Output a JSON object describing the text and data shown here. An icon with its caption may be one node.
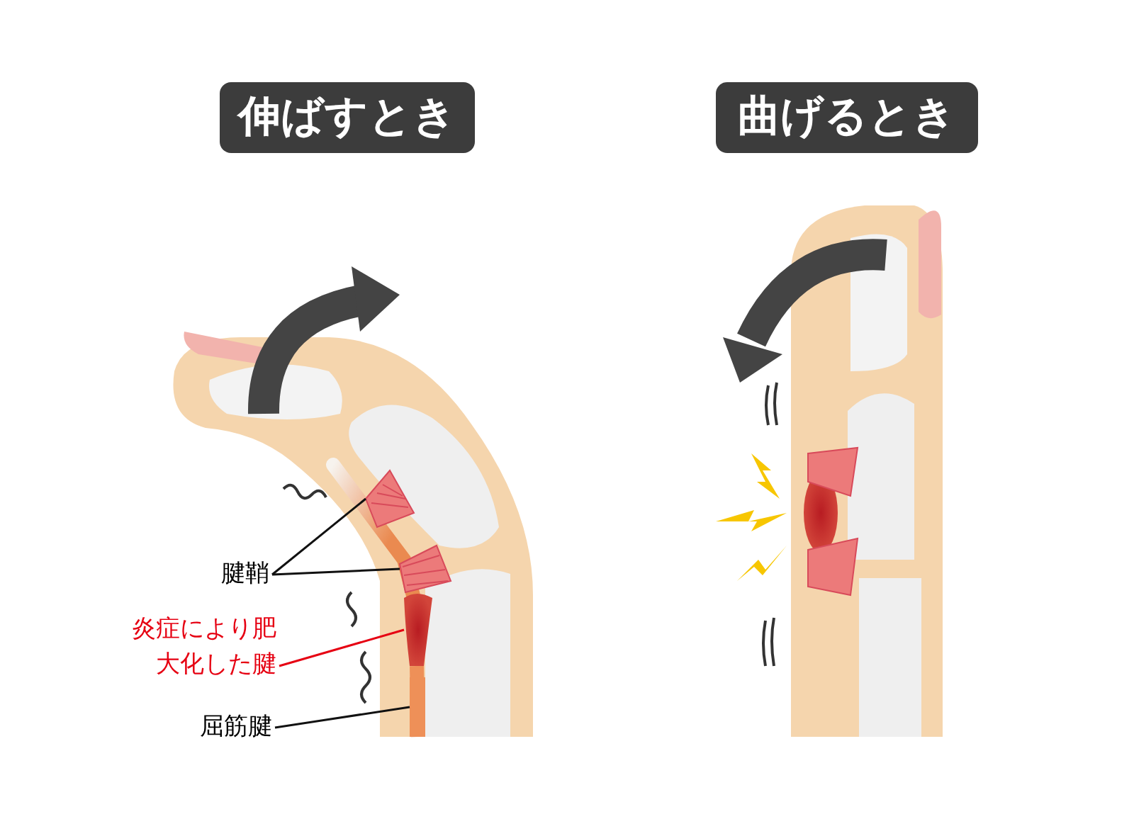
{
  "diagram": {
    "nodes": [
      {
        "text": [
          "伸ばすとき"
        ]
      },
      {
        "text": [
          "曲げるとき"
        ]
      },
      {
        "text": [
          "腱鞘"
        ]
      },
      {
        "text": [],
        "shape": "picture"
      },
      {
        "text": [],
        "shape": "picture"
      },
      {
        "text": [
          "炎症により肥大化した腱"
        ]
      },
      {
        "text": [],
        "shape": "picture"
      },
      {
        "text": [
          "屈筋腱"
        ]
      },
      {
        "text": [],
        "shape": "picture"
      }
    ],
    "edges": [
      {
        "from": 2,
        "to": 3,
        "arrow": "none"
      },
      {
        "from": 2,
        "to": 4,
        "arrow": "none"
      },
      {
        "from": 5,
        "to": 6,
        "arrow": "none",
        "color": "#e60012"
      },
      {
        "from": 7,
        "to": 8,
        "arrow": "none"
      }
    ]
  }
}
